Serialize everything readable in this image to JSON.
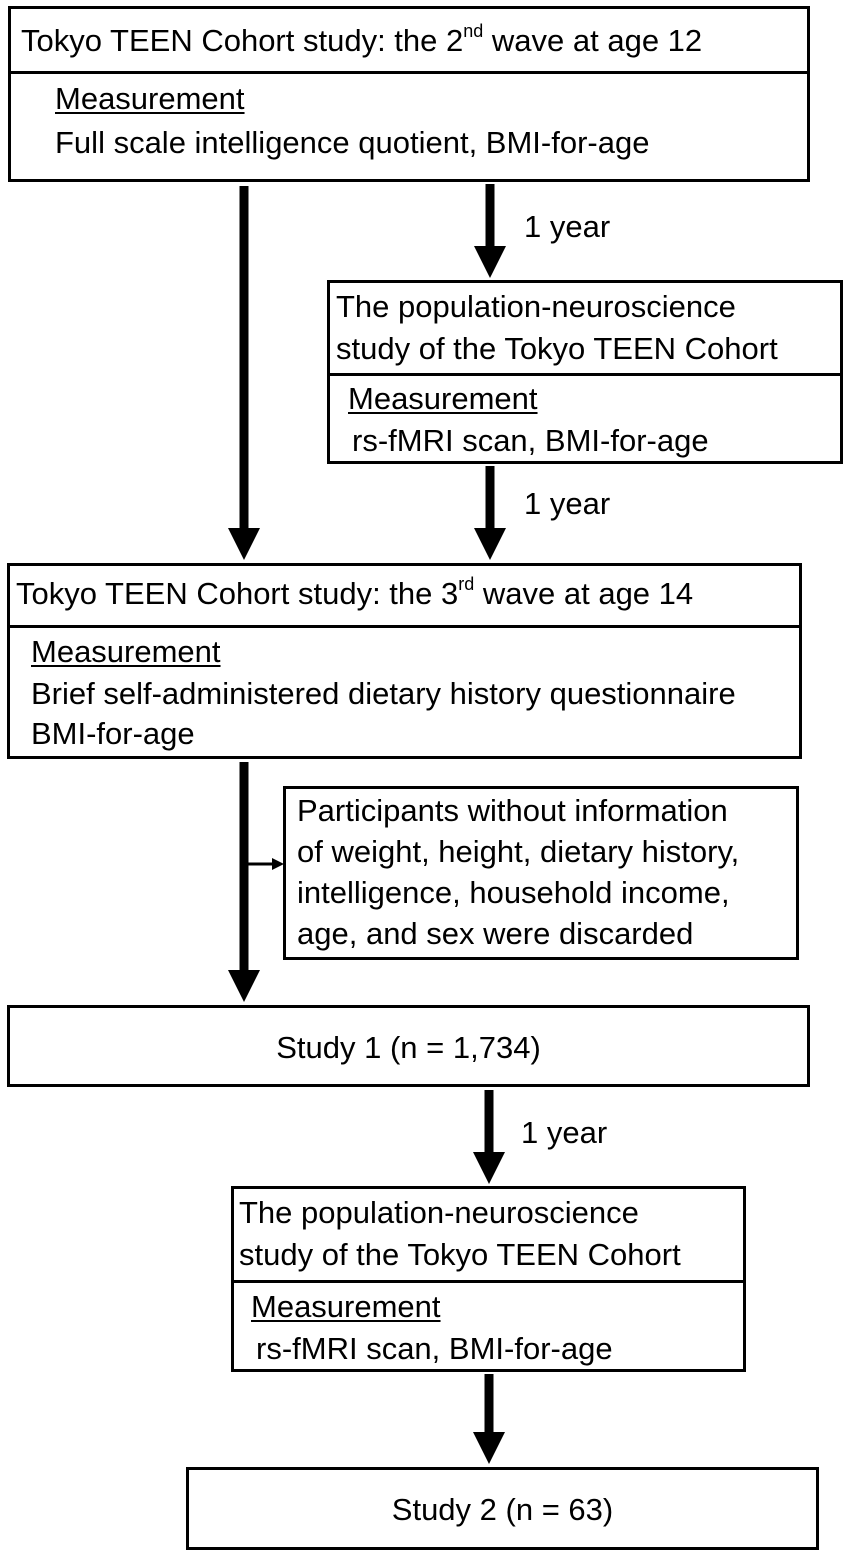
{
  "box_wave2": {
    "title_prefix": "Tokyo TEEN Cohort study: the 2",
    "title_sup": "nd",
    "title_suffix": " wave at age 12",
    "measurement_heading": "Measurement",
    "measurement_text": "Full scale intelligence quotient, BMI-for-age"
  },
  "box_neuro1": {
    "title_line1": "The population-neuroscience",
    "title_line2": "study of the Tokyo TEEN Cohort",
    "measurement_heading": "Measurement",
    "measurement_text": "rs-fMRI scan, BMI-for-age"
  },
  "box_wave3": {
    "title_prefix": "Tokyo TEEN Cohort study: the 3",
    "title_sup": "rd",
    "title_suffix": " wave at age 14",
    "measurement_heading": "Measurement",
    "measurement_line1": "Brief self-administered dietary history questionnaire",
    "measurement_line2": "BMI-for-age"
  },
  "box_excluded": {
    "line1": "Participants without information",
    "line2": "of weight, height, dietary history,",
    "line3": "intelligence, household income,",
    "line4": "age, and sex were discarded"
  },
  "box_study1": {
    "label": "Study 1 (n = 1,734)"
  },
  "box_neuro2": {
    "title_line1": "The population-neuroscience",
    "title_line2": "study of the Tokyo TEEN Cohort",
    "measurement_heading": "Measurement",
    "measurement_text": "rs-fMRI scan, BMI-for-age"
  },
  "box_study2": {
    "label": "Study 2 (n = 63)"
  },
  "interval_labels": {
    "first": "1 year",
    "second": "1 year",
    "third": "1 year"
  }
}
